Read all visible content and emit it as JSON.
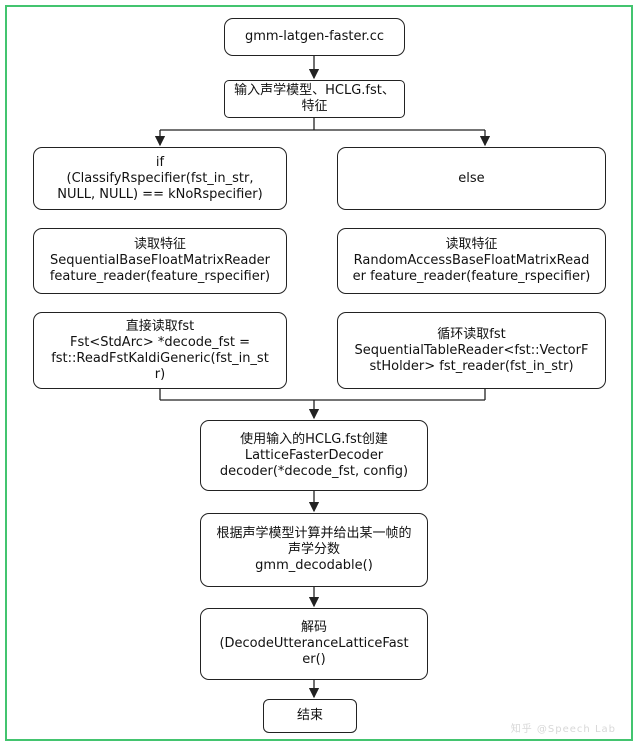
{
  "diagram": {
    "nodes": {
      "start": "gmm-latgen-faster.cc",
      "input": "输入声学模型、HCLG.fst、\n特征",
      "if_cond": "if\n(ClassifyRspecifier(fst_in_str,\nNULL, NULL) == kNoRspecifier)",
      "else_cond": "else",
      "read_seq": "读取特征\nSequentialBaseFloatMatrixReader\nfeature_reader(feature_rspecifier)",
      "read_rand": "读取特征\nRandomAccessBaseFloatMatrixRead\ner feature_reader(feature_rspecifier)",
      "read_fst_direct": "直接读取fst\nFst<StdArc> *decode_fst =\nfst::ReadFstKaldiGeneric(fst_in_st\nr)",
      "read_fst_loop": "循环读取fst\nSequentialTableReader<fst::VectorF\nstHolder> fst_reader(fst_in_str)",
      "create_decoder": "使用输入的HCLG.fst创建\nLatticeFasterDecoder\ndecoder(*decode_fst, config)",
      "compute_scores": "根据声学模型计算并给出某一帧的\n声学分数\ngmm_decodable()",
      "decode": "解码\n(DecodeUtteranceLatticeFast\ner()",
      "end": "结束"
    },
    "watermark": "知乎 @Speech Lab"
  },
  "colors": {
    "frame": "#43c46f",
    "stroke": "#222222"
  }
}
